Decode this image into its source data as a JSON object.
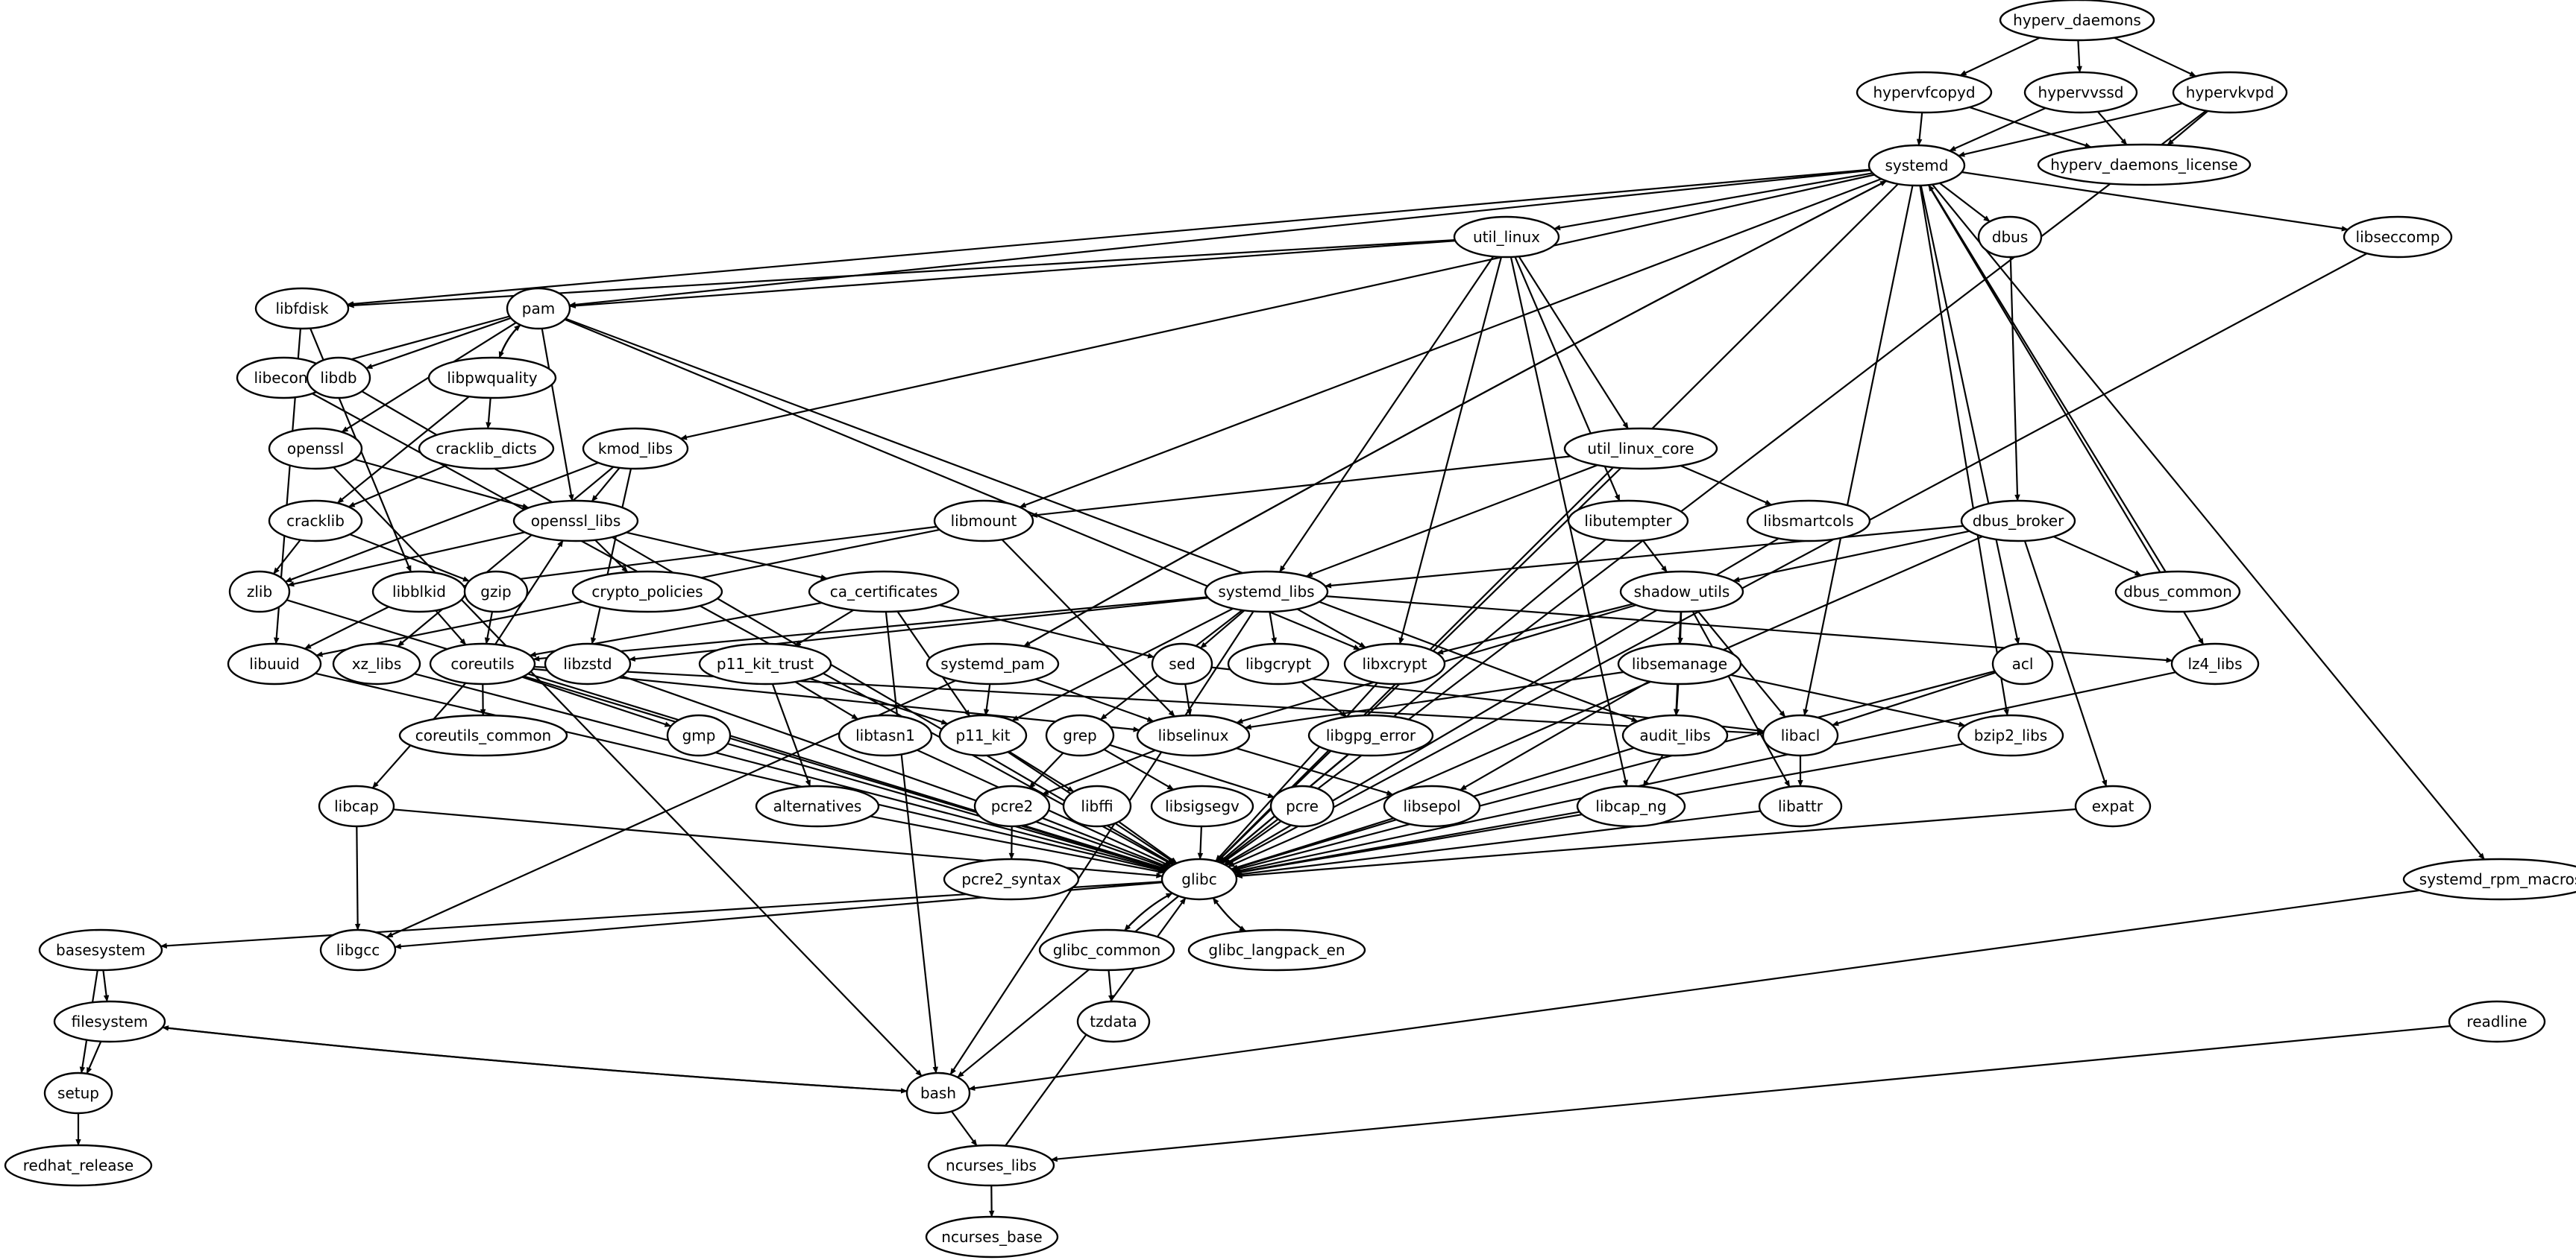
{
  "title": "package dependency graph",
  "nodes": [
    {
      "id": "hyperv_daemons",
      "label": "hyperv_daemons"
    },
    {
      "id": "hypervfcopyd",
      "label": "hypervfcopyd"
    },
    {
      "id": "hypervvssd",
      "label": "hypervvssd"
    },
    {
      "id": "hypervkvpd",
      "label": "hypervkvpd"
    },
    {
      "id": "hyperv_daemons_license",
      "label": "hyperv_daemons_license"
    },
    {
      "id": "systemd",
      "label": "systemd"
    },
    {
      "id": "util_linux",
      "label": "util_linux"
    },
    {
      "id": "dbus",
      "label": "dbus"
    },
    {
      "id": "libseccomp",
      "label": "libseccomp"
    },
    {
      "id": "libfdisk",
      "label": "libfdisk"
    },
    {
      "id": "pam",
      "label": "pam"
    },
    {
      "id": "libeconf",
      "label": "libeconf"
    },
    {
      "id": "libdb",
      "label": "libdb"
    },
    {
      "id": "libpwquality",
      "label": "libpwquality"
    },
    {
      "id": "openssl",
      "label": "openssl"
    },
    {
      "id": "cracklib_dicts",
      "label": "cracklib_dicts"
    },
    {
      "id": "kmod_libs",
      "label": "kmod_libs"
    },
    {
      "id": "util_linux_core",
      "label": "util_linux_core"
    },
    {
      "id": "cracklib",
      "label": "cracklib"
    },
    {
      "id": "openssl_libs",
      "label": "openssl_libs"
    },
    {
      "id": "libmount",
      "label": "libmount"
    },
    {
      "id": "libutempter",
      "label": "libutempter"
    },
    {
      "id": "libsmartcols",
      "label": "libsmartcols"
    },
    {
      "id": "dbus_broker",
      "label": "dbus_broker"
    },
    {
      "id": "zlib",
      "label": "zlib"
    },
    {
      "id": "libblkid",
      "label": "libblkid"
    },
    {
      "id": "gzip",
      "label": "gzip"
    },
    {
      "id": "crypto_policies",
      "label": "crypto_policies"
    },
    {
      "id": "ca_certificates",
      "label": "ca_certificates"
    },
    {
      "id": "systemd_libs",
      "label": "systemd_libs"
    },
    {
      "id": "shadow_utils",
      "label": "shadow_utils"
    },
    {
      "id": "dbus_common",
      "label": "dbus_common"
    },
    {
      "id": "libuuid",
      "label": "libuuid"
    },
    {
      "id": "xz_libs",
      "label": "xz_libs"
    },
    {
      "id": "coreutils",
      "label": "coreutils"
    },
    {
      "id": "libzstd",
      "label": "libzstd"
    },
    {
      "id": "p11_kit_trust",
      "label": "p11_kit_trust"
    },
    {
      "id": "systemd_pam",
      "label": "systemd_pam"
    },
    {
      "id": "sed",
      "label": "sed"
    },
    {
      "id": "libgcrypt",
      "label": "libgcrypt"
    },
    {
      "id": "libxcrypt",
      "label": "libxcrypt"
    },
    {
      "id": "libsemanage",
      "label": "libsemanage"
    },
    {
      "id": "acl",
      "label": "acl"
    },
    {
      "id": "lz4_libs",
      "label": "lz4_libs"
    },
    {
      "id": "coreutils_common",
      "label": "coreutils_common"
    },
    {
      "id": "gmp",
      "label": "gmp"
    },
    {
      "id": "libtasn1",
      "label": "libtasn1"
    },
    {
      "id": "p11_kit",
      "label": "p11_kit"
    },
    {
      "id": "grep",
      "label": "grep"
    },
    {
      "id": "libselinux",
      "label": "libselinux"
    },
    {
      "id": "libgpg_error",
      "label": "libgpg_error"
    },
    {
      "id": "audit_libs",
      "label": "audit_libs"
    },
    {
      "id": "libacl",
      "label": "libacl"
    },
    {
      "id": "bzip2_libs",
      "label": "bzip2_libs"
    },
    {
      "id": "libcap",
      "label": "libcap"
    },
    {
      "id": "alternatives",
      "label": "alternatives"
    },
    {
      "id": "pcre2",
      "label": "pcre2"
    },
    {
      "id": "libffi",
      "label": "libffi"
    },
    {
      "id": "libsigsegv",
      "label": "libsigsegv"
    },
    {
      "id": "pcre",
      "label": "pcre"
    },
    {
      "id": "libsepol",
      "label": "libsepol"
    },
    {
      "id": "libcap_ng",
      "label": "libcap_ng"
    },
    {
      "id": "libattr",
      "label": "libattr"
    },
    {
      "id": "expat",
      "label": "expat"
    },
    {
      "id": "glibc",
      "label": "glibc"
    },
    {
      "id": "pcre2_syntax",
      "label": "pcre2_syntax"
    },
    {
      "id": "systemd_rpm_macros",
      "label": "systemd_rpm_macros"
    },
    {
      "id": "basesystem",
      "label": "basesystem"
    },
    {
      "id": "libgcc",
      "label": "libgcc"
    },
    {
      "id": "glibc_common",
      "label": "glibc_common"
    },
    {
      "id": "glibc_langpack_en",
      "label": "glibc_langpack_en"
    },
    {
      "id": "filesystem",
      "label": "filesystem"
    },
    {
      "id": "tzdata",
      "label": "tzdata"
    },
    {
      "id": "readline",
      "label": "readline"
    },
    {
      "id": "setup",
      "label": "setup"
    },
    {
      "id": "bash",
      "label": "bash"
    },
    {
      "id": "redhat_release",
      "label": "redhat_release"
    },
    {
      "id": "ncurses_libs",
      "label": "ncurses_libs"
    },
    {
      "id": "ncurses_base",
      "label": "ncurses_base"
    }
  ],
  "edges": [
    [
      "hyperv_daemons",
      "hypervfcopyd"
    ],
    [
      "hyperv_daemons",
      "hypervvssd"
    ],
    [
      "hyperv_daemons",
      "hypervkvpd"
    ],
    [
      "hypervfcopyd",
      "systemd"
    ],
    [
      "hypervfcopyd",
      "hyperv_daemons_license"
    ],
    [
      "hypervvssd",
      "systemd"
    ],
    [
      "hypervvssd",
      "hyperv_daemons_license"
    ],
    [
      "hypervkvpd",
      "systemd"
    ],
    [
      "hypervkvpd",
      "hyperv_daemons_license"
    ],
    [
      "hypervkvpd",
      "glibc"
    ],
    [
      "systemd",
      "util_linux"
    ],
    [
      "systemd",
      "dbus"
    ],
    [
      "systemd",
      "libseccomp"
    ],
    [
      "systemd",
      "libfdisk"
    ],
    [
      "systemd",
      "pam"
    ],
    [
      "systemd",
      "kmod_libs"
    ],
    [
      "systemd",
      "libmount"
    ],
    [
      "systemd",
      "systemd_pam"
    ],
    [
      "systemd",
      "acl"
    ],
    [
      "systemd",
      "libacl"
    ],
    [
      "systemd",
      "lz4_libs"
    ],
    [
      "systemd",
      "bzip2_libs"
    ],
    [
      "systemd",
      "systemd_rpm_macros"
    ],
    [
      "systemd",
      "glibc"
    ],
    [
      "util_linux",
      "libfdisk"
    ],
    [
      "util_linux",
      "pam"
    ],
    [
      "util_linux",
      "util_linux_core"
    ],
    [
      "util_linux",
      "libutempter"
    ],
    [
      "util_linux",
      "systemd_libs"
    ],
    [
      "util_linux",
      "libcap_ng"
    ],
    [
      "util_linux",
      "libxcrypt"
    ],
    [
      "dbus",
      "dbus_broker"
    ],
    [
      "libseccomp",
      "glibc"
    ],
    [
      "libfdisk",
      "libuuid"
    ],
    [
      "libfdisk",
      "libblkid"
    ],
    [
      "pam",
      "libeconf"
    ],
    [
      "pam",
      "libdb"
    ],
    [
      "pam",
      "libpwquality"
    ],
    [
      "pam",
      "openssl"
    ],
    [
      "pam",
      "openssl_libs"
    ],
    [
      "pam",
      "libxcrypt"
    ],
    [
      "pam",
      "audit_libs"
    ],
    [
      "libeconf",
      "glibc"
    ],
    [
      "libdb",
      "glibc"
    ],
    [
      "libpwquality",
      "pam"
    ],
    [
      "libpwquality",
      "cracklib_dicts"
    ],
    [
      "libpwquality",
      "cracklib"
    ],
    [
      "openssl",
      "openssl_libs"
    ],
    [
      "openssl",
      "bash"
    ],
    [
      "cracklib_dicts",
      "cracklib"
    ],
    [
      "kmod_libs",
      "openssl_libs"
    ],
    [
      "kmod_libs",
      "zlib"
    ],
    [
      "kmod_libs",
      "xz_libs"
    ],
    [
      "kmod_libs",
      "libzstd"
    ],
    [
      "util_linux_core",
      "libmount"
    ],
    [
      "util_linux_core",
      "libsmartcols"
    ],
    [
      "util_linux_core",
      "systemd_libs"
    ],
    [
      "util_linux_core",
      "glibc"
    ],
    [
      "cracklib",
      "zlib"
    ],
    [
      "cracklib",
      "gzip"
    ],
    [
      "openssl_libs",
      "zlib"
    ],
    [
      "openssl_libs",
      "crypto_policies"
    ],
    [
      "openssl_libs",
      "ca_certificates"
    ],
    [
      "libmount",
      "libblkid"
    ],
    [
      "libmount",
      "libuuid"
    ],
    [
      "libmount",
      "libselinux"
    ],
    [
      "libutempter",
      "shadow_utils"
    ],
    [
      "libutempter",
      "glibc"
    ],
    [
      "libsmartcols",
      "glibc"
    ],
    [
      "dbus_broker",
      "systemd_libs"
    ],
    [
      "dbus_broker",
      "shadow_utils"
    ],
    [
      "dbus_broker",
      "dbus_common"
    ],
    [
      "dbus_broker",
      "expat"
    ],
    [
      "dbus_broker",
      "glibc"
    ],
    [
      "dbus_common",
      "systemd"
    ],
    [
      "zlib",
      "glibc"
    ],
    [
      "libblkid",
      "libuuid"
    ],
    [
      "libblkid",
      "coreutils"
    ],
    [
      "gzip",
      "coreutils"
    ],
    [
      "ca_certificates",
      "coreutils"
    ],
    [
      "ca_certificates",
      "p11_kit_trust"
    ],
    [
      "ca_certificates",
      "sed"
    ],
    [
      "ca_certificates",
      "p11_kit"
    ],
    [
      "ca_certificates",
      "bash"
    ],
    [
      "systemd_libs",
      "libzstd"
    ],
    [
      "systemd_libs",
      "coreutils"
    ],
    [
      "systemd_libs",
      "sed"
    ],
    [
      "systemd_libs",
      "libgcrypt"
    ],
    [
      "systemd_libs",
      "libxcrypt"
    ],
    [
      "systemd_libs",
      "grep"
    ],
    [
      "systemd_libs",
      "lz4_libs"
    ],
    [
      "systemd_libs",
      "p11_kit"
    ],
    [
      "systemd_libs",
      "bash"
    ],
    [
      "shadow_utils",
      "libsemanage"
    ],
    [
      "shadow_utils",
      "audit_libs"
    ],
    [
      "shadow_utils",
      "libacl"
    ],
    [
      "shadow_utils",
      "libattr"
    ],
    [
      "shadow_utils",
      "libselinux"
    ],
    [
      "shadow_utils",
      "libxcrypt"
    ],
    [
      "libuuid",
      "glibc"
    ],
    [
      "xz_libs",
      "glibc"
    ],
    [
      "coreutils",
      "openssl_libs"
    ],
    [
      "coreutils",
      "coreutils_common"
    ],
    [
      "coreutils",
      "gmp"
    ],
    [
      "coreutils",
      "libcap"
    ],
    [
      "coreutils",
      "libacl"
    ],
    [
      "coreutils",
      "libselinux"
    ],
    [
      "coreutils",
      "glibc"
    ],
    [
      "libzstd",
      "glibc"
    ],
    [
      "p11_kit_trust",
      "libtasn1"
    ],
    [
      "p11_kit_trust",
      "p11_kit"
    ],
    [
      "p11_kit_trust",
      "alternatives"
    ],
    [
      "systemd_pam",
      "systemd"
    ],
    [
      "systemd_pam",
      "p11_kit"
    ],
    [
      "systemd_pam",
      "libselinux"
    ],
    [
      "systemd_pam",
      "libgcc"
    ],
    [
      "sed",
      "libselinux"
    ],
    [
      "sed",
      "libacl"
    ],
    [
      "libgcrypt",
      "libgpg_error"
    ],
    [
      "libxcrypt",
      "glibc"
    ],
    [
      "libsemanage",
      "audit_libs"
    ],
    [
      "libsemanage",
      "libselinux"
    ],
    [
      "libsemanage",
      "libsepol"
    ],
    [
      "libsemanage",
      "bzip2_libs"
    ],
    [
      "acl",
      "libacl"
    ],
    [
      "acl",
      "glibc"
    ],
    [
      "lz4_libs",
      "glibc"
    ],
    [
      "gmp",
      "glibc"
    ],
    [
      "libtasn1",
      "glibc"
    ],
    [
      "p11_kit",
      "libffi"
    ],
    [
      "p11_kit",
      "glibc"
    ],
    [
      "grep",
      "pcre"
    ],
    [
      "grep",
      "libsigsegv"
    ],
    [
      "grep",
      "pcre2"
    ],
    [
      "libselinux",
      "pcre2"
    ],
    [
      "libselinux",
      "libsepol"
    ],
    [
      "libgpg_error",
      "glibc"
    ],
    [
      "audit_libs",
      "libcap_ng"
    ],
    [
      "audit_libs",
      "glibc"
    ],
    [
      "libacl",
      "libattr"
    ],
    [
      "bzip2_libs",
      "glibc"
    ],
    [
      "libcap",
      "libgcc"
    ],
    [
      "libcap",
      "glibc"
    ],
    [
      "alternatives",
      "glibc"
    ],
    [
      "pcre2",
      "pcre2_syntax"
    ],
    [
      "pcre2",
      "glibc"
    ],
    [
      "libffi",
      "glibc"
    ],
    [
      "libsigsegv",
      "glibc"
    ],
    [
      "pcre",
      "glibc"
    ],
    [
      "libsepol",
      "glibc"
    ],
    [
      "libcap_ng",
      "glibc"
    ],
    [
      "libattr",
      "glibc"
    ],
    [
      "expat",
      "glibc"
    ],
    [
      "glibc",
      "basesystem"
    ],
    [
      "glibc",
      "libgcc"
    ],
    [
      "glibc",
      "glibc_common"
    ],
    [
      "glibc",
      "glibc_langpack_en"
    ],
    [
      "glibc",
      "bash"
    ],
    [
      "glibc_common",
      "glibc"
    ],
    [
      "glibc_common",
      "tzdata"
    ],
    [
      "glibc_langpack_en",
      "glibc"
    ],
    [
      "basesystem",
      "filesystem"
    ],
    [
      "basesystem",
      "setup"
    ],
    [
      "filesystem",
      "setup"
    ],
    [
      "filesystem",
      "bash"
    ],
    [
      "systemd_rpm_macros",
      "bash"
    ],
    [
      "readline",
      "ncurses_libs"
    ],
    [
      "bash",
      "filesystem"
    ],
    [
      "bash",
      "ncurses_libs"
    ],
    [
      "setup",
      "redhat_release"
    ],
    [
      "ncurses_libs",
      "glibc"
    ],
    [
      "ncurses_libs",
      "ncurses_base"
    ]
  ]
}
